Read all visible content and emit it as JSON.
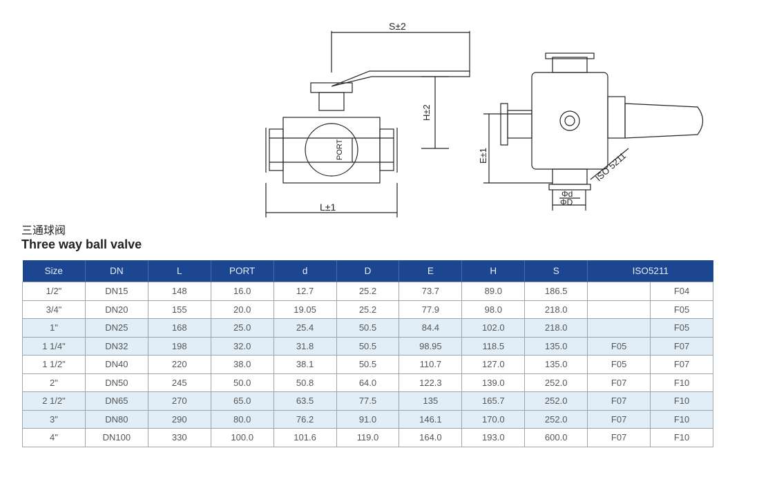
{
  "drawing": {
    "labels": {
      "s": "S±2",
      "h": "H±2",
      "port": "PORT",
      "l": "L±1",
      "e": "E±1",
      "d_small": "Φd",
      "d_large": "ΦD",
      "iso": "ISO 5211"
    }
  },
  "title_cn": "三通球阀",
  "title_en": "Three way ball valve",
  "table": {
    "headers": [
      "Size",
      "DN",
      "L",
      "PORT",
      "d",
      "D",
      "E",
      "H",
      "S",
      "ISO5211"
    ],
    "rows": [
      [
        "1/2\"",
        "DN15",
        "148",
        "16.0",
        "12.7",
        "25.2",
        "73.7",
        "89.0",
        "186.5",
        "",
        "F04"
      ],
      [
        "3/4\"",
        "DN20",
        "155",
        "20.0",
        "19.05",
        "25.2",
        "77.9",
        "98.0",
        "218.0",
        "",
        "F05"
      ],
      [
        "1\"",
        "DN25",
        "168",
        "25.0",
        "25.4",
        "50.5",
        "84.4",
        "102.0",
        "218.0",
        "",
        "F05"
      ],
      [
        "1 1/4\"",
        "DN32",
        "198",
        "32.0",
        "31.8",
        "50.5",
        "98.95",
        "118.5",
        "135.0",
        "F05",
        "F07"
      ],
      [
        "1 1/2\"",
        "DN40",
        "220",
        "38.0",
        "38.1",
        "50.5",
        "110.7",
        "127.0",
        "135.0",
        "F05",
        "F07"
      ],
      [
        "2\"",
        "DN50",
        "245",
        "50.0",
        "50.8",
        "64.0",
        "122.3",
        "139.0",
        "252.0",
        "F07",
        "F10"
      ],
      [
        "2 1/2\"",
        "DN65",
        "270",
        "65.0",
        "63.5",
        "77.5",
        "135",
        "165.7",
        "252.0",
        "F07",
        "F10"
      ],
      [
        "3\"",
        "DN80",
        "290",
        "80.0",
        "76.2",
        "91.0",
        "146.1",
        "170.0",
        "252.0",
        "F07",
        "F10"
      ],
      [
        "4\"",
        "DN100",
        "330",
        "100.0",
        "101.6",
        "119.0",
        "164.0",
        "193.0",
        "600.0",
        "F07",
        "F10"
      ]
    ]
  }
}
